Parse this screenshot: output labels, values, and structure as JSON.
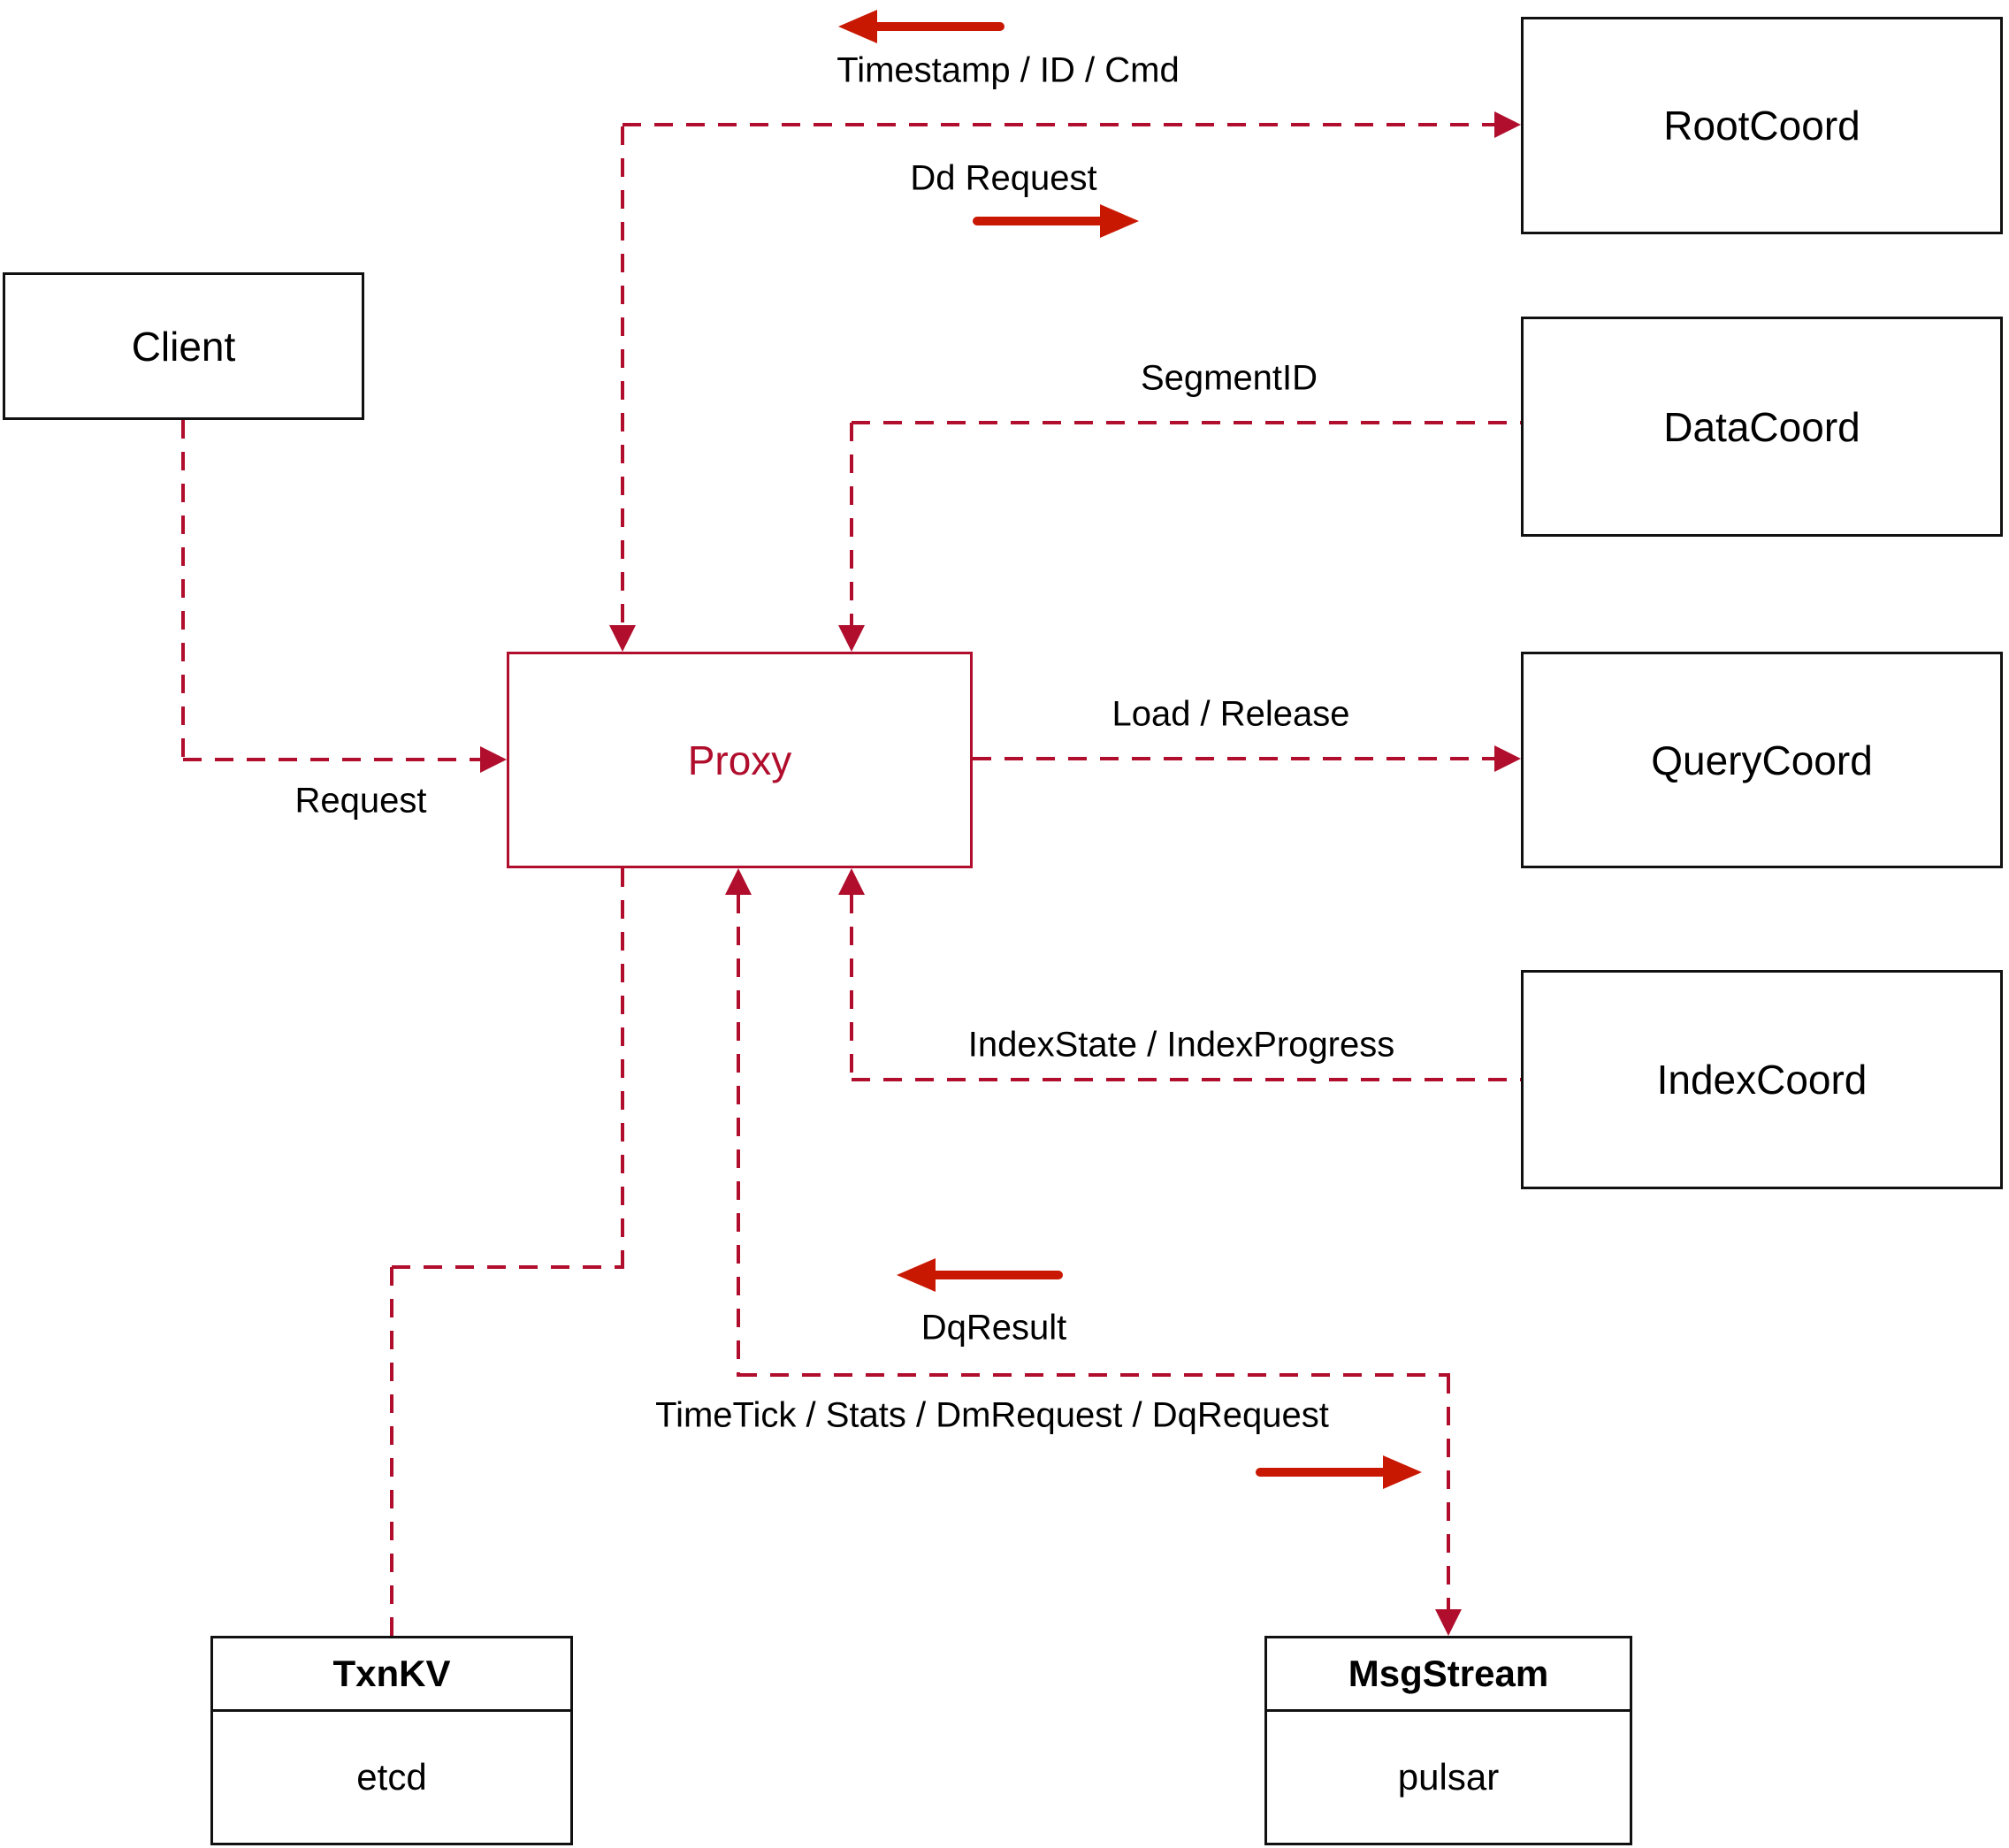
{
  "diagram": {
    "title": "proxy-architecture",
    "nodes": {
      "client": {
        "label": "Client"
      },
      "proxy": {
        "label": "Proxy"
      },
      "rootcoord": {
        "label": "RootCoord"
      },
      "datacoord": {
        "label": "DataCoord"
      },
      "querycoord": {
        "label": "QueryCoord"
      },
      "indexcoord": {
        "label": "IndexCoord"
      },
      "txnkv": {
        "title": "TxnKV",
        "impl": "etcd"
      },
      "msgstream": {
        "title": "MsgStream",
        "impl": "pulsar"
      }
    },
    "edge_labels": {
      "timestamp": "Timestamp / ID / Cmd",
      "dd_request": "Dd Request",
      "segment_id": "SegmentID",
      "load_release": "Load / Release",
      "index_state": "IndexState / IndexProgress",
      "dq_result": "DqResult",
      "time_tick": "TimeTick / Stats / DmRequest / DqRequest",
      "request": "Request"
    },
    "colors": {
      "line": "#b00e2c",
      "arrow": "#c91802",
      "box_border": "#111111"
    }
  }
}
